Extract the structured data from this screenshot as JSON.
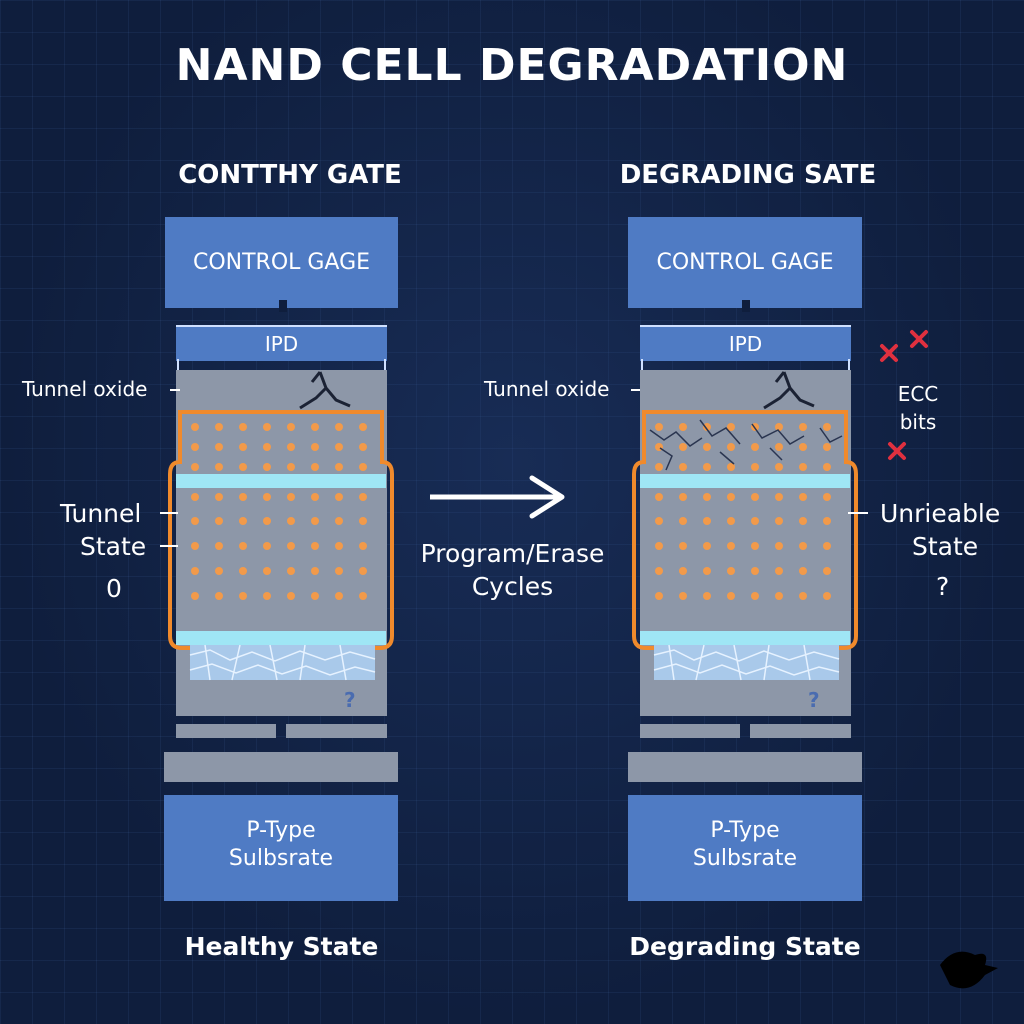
{
  "title": "NAND CELL DEGRADATION",
  "arrow_label": "Program/Erase\nCycles",
  "left": {
    "heading": "CONTTHY GATE",
    "control_gate": "CONTROL GAGE",
    "ipd": "IPD",
    "tunnel_oxide_label": "Tunnel oxide",
    "state_label_line1": "Tunnel",
    "state_label_line2": "State",
    "state_value": "0",
    "question_mark": "?",
    "substrate": "P-Type\nSulbsrate",
    "caption": "Healthy State"
  },
  "right": {
    "heading": "DEGRADING SATE",
    "control_gate": "CONTROL GAGE",
    "ipd": "IPD",
    "tunnel_oxide_label": "Tunnel oxide",
    "state_label_line1": "Unrieable",
    "state_label_line2": "State",
    "state_value": "?",
    "question_mark": "?",
    "ecc_label": "ECC\nbits",
    "substrate": "P-Type\nSulbsrate",
    "caption": "Degrading State"
  },
  "colors": {
    "background": "#0f1e3d",
    "block_blue": "#4f7bc4",
    "oxide_gray": "#8d97a8",
    "floating_gate_border": "#f08a2c",
    "charge_dot": "#f29a4a",
    "tunnel_layer": "#9fe6f5",
    "error_mark": "#e0303f"
  },
  "icons": [
    "arrow-right-icon",
    "error-x-icon",
    "crack-icon"
  ]
}
